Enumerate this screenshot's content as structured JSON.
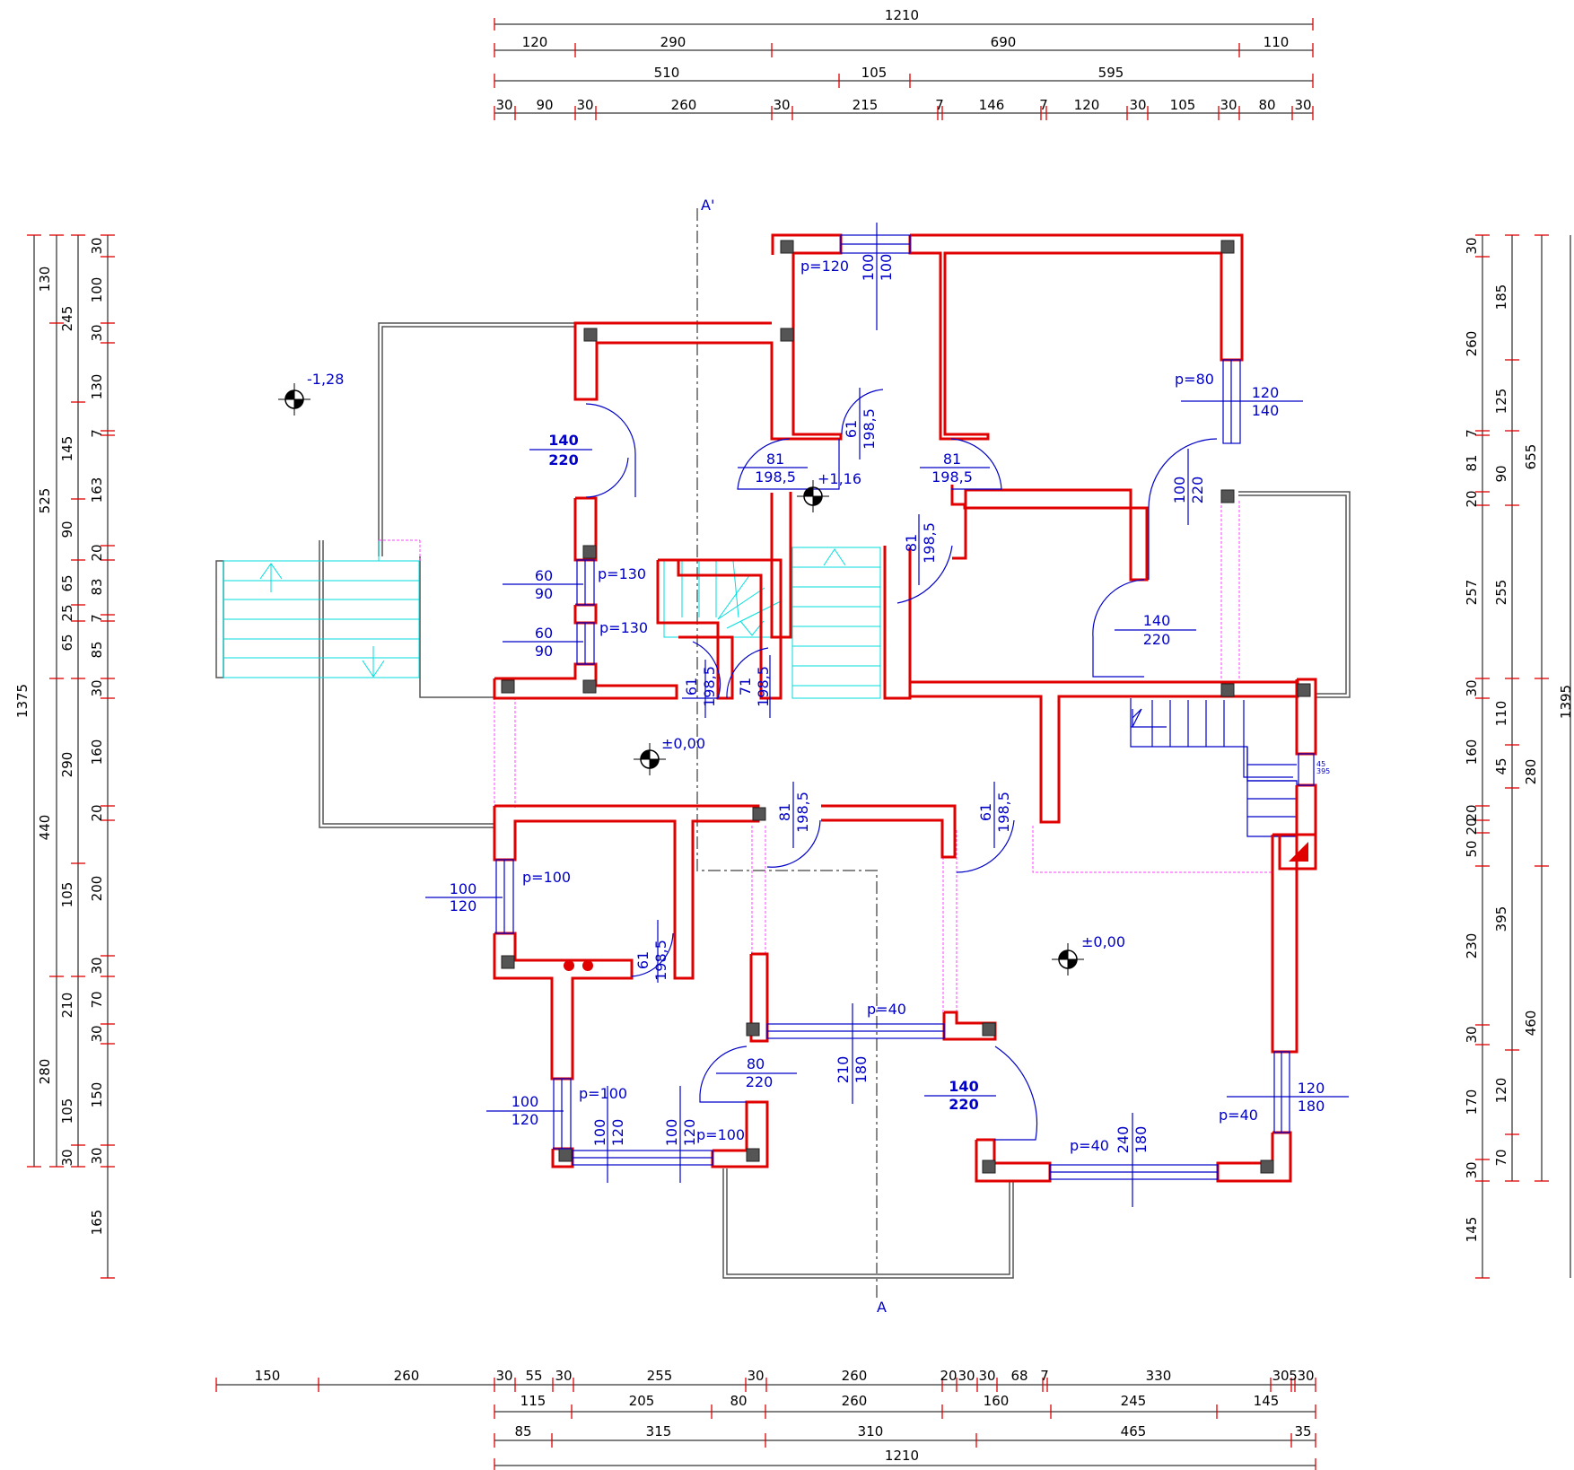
{
  "dimensions": {
    "top": {
      "overall": [
        "1210"
      ],
      "row1": [
        "120",
        "290",
        "690",
        "110"
      ],
      "row2": [
        "510",
        "105",
        "595"
      ],
      "row3": [
        "30",
        "90",
        "30",
        "260",
        "30",
        "215",
        "7",
        "146",
        "7",
        "120",
        "30",
        "105",
        "30",
        "80",
        "30"
      ]
    },
    "bottom": {
      "row1": [
        "150",
        "260",
        "30",
        "55",
        "30",
        "255",
        "30",
        "260",
        "20",
        "30",
        "30",
        "68",
        "7",
        "330",
        "30",
        "5",
        "30"
      ],
      "row2": [
        "115",
        "205",
        "80",
        "260",
        "160",
        "245",
        "145"
      ],
      "row3": [
        "85",
        "315",
        "310",
        "465",
        "35"
      ],
      "overall": [
        "1210"
      ]
    },
    "left": {
      "overall": [
        "1375"
      ],
      "col2": [
        "130",
        "525",
        "440",
        "280"
      ],
      "col3": [
        "245",
        "145",
        "90",
        "65",
        "25",
        "65",
        "290",
        "105",
        "210",
        "105",
        "30"
      ],
      "col4": [
        "30",
        "100",
        "30",
        "130",
        "7",
        "163",
        "20",
        "83",
        "7",
        "85",
        "30",
        "160",
        "20",
        "200",
        "30",
        "70",
        "30",
        "150",
        "30",
        "165"
      ]
    },
    "right": {
      "col1": [
        "30",
        "260",
        "7",
        "81",
        "20",
        "257",
        "30",
        "160",
        "50",
        "20",
        "20",
        "230",
        "30",
        "170",
        "30",
        "145"
      ],
      "col2": [
        "185",
        "125",
        "90",
        "255",
        "110",
        "45",
        "395",
        "120",
        "70"
      ],
      "col3": [
        "655",
        "280",
        "460"
      ],
      "overall": [
        "1395"
      ]
    }
  },
  "levels": {
    "exterior": "-1,28",
    "mezzanine": "+1,16",
    "hall": "±0,00",
    "living": "±0,00"
  },
  "section_marks": {
    "top": "A'",
    "bottom": "A"
  },
  "openings": [
    {
      "w": "140",
      "h": "220"
    },
    {
      "w": "60",
      "h": "90"
    },
    {
      "w": "60",
      "h": "90"
    },
    {
      "w": "81",
      "h": "198,5"
    },
    {
      "w": "81",
      "h": "198,5"
    },
    {
      "w": "61",
      "h": "198,5"
    },
    {
      "w": "100",
      "h": "100"
    },
    {
      "w": "120",
      "h": "140"
    },
    {
      "w": "100",
      "h": "220"
    },
    {
      "w": "81",
      "h": "198,5"
    },
    {
      "w": "140",
      "h": "220"
    },
    {
      "w": "61",
      "h": "198,5"
    },
    {
      "w": "71",
      "h": "198,5"
    },
    {
      "w": "81",
      "h": "198,5"
    },
    {
      "w": "61",
      "h": "198,5"
    },
    {
      "w": "100",
      "h": "120"
    },
    {
      "w": "61",
      "h": "198,5"
    },
    {
      "w": "210",
      "h": "180"
    },
    {
      "w": "80",
      "h": "220"
    },
    {
      "w": "140",
      "h": "220"
    },
    {
      "w": "100",
      "h": "120"
    },
    {
      "w": "100",
      "h": "120"
    },
    {
      "w": "100",
      "h": "120"
    },
    {
      "w": "240",
      "h": "180"
    },
    {
      "w": "120",
      "h": "180"
    }
  ],
  "sills": [
    "p=120",
    "p=80",
    "p=130",
    "p=130",
    "p=100",
    "p=40",
    "p=100",
    "p=100",
    "p=40",
    "p=40"
  ],
  "small_note": [
    "45",
    "395"
  ]
}
